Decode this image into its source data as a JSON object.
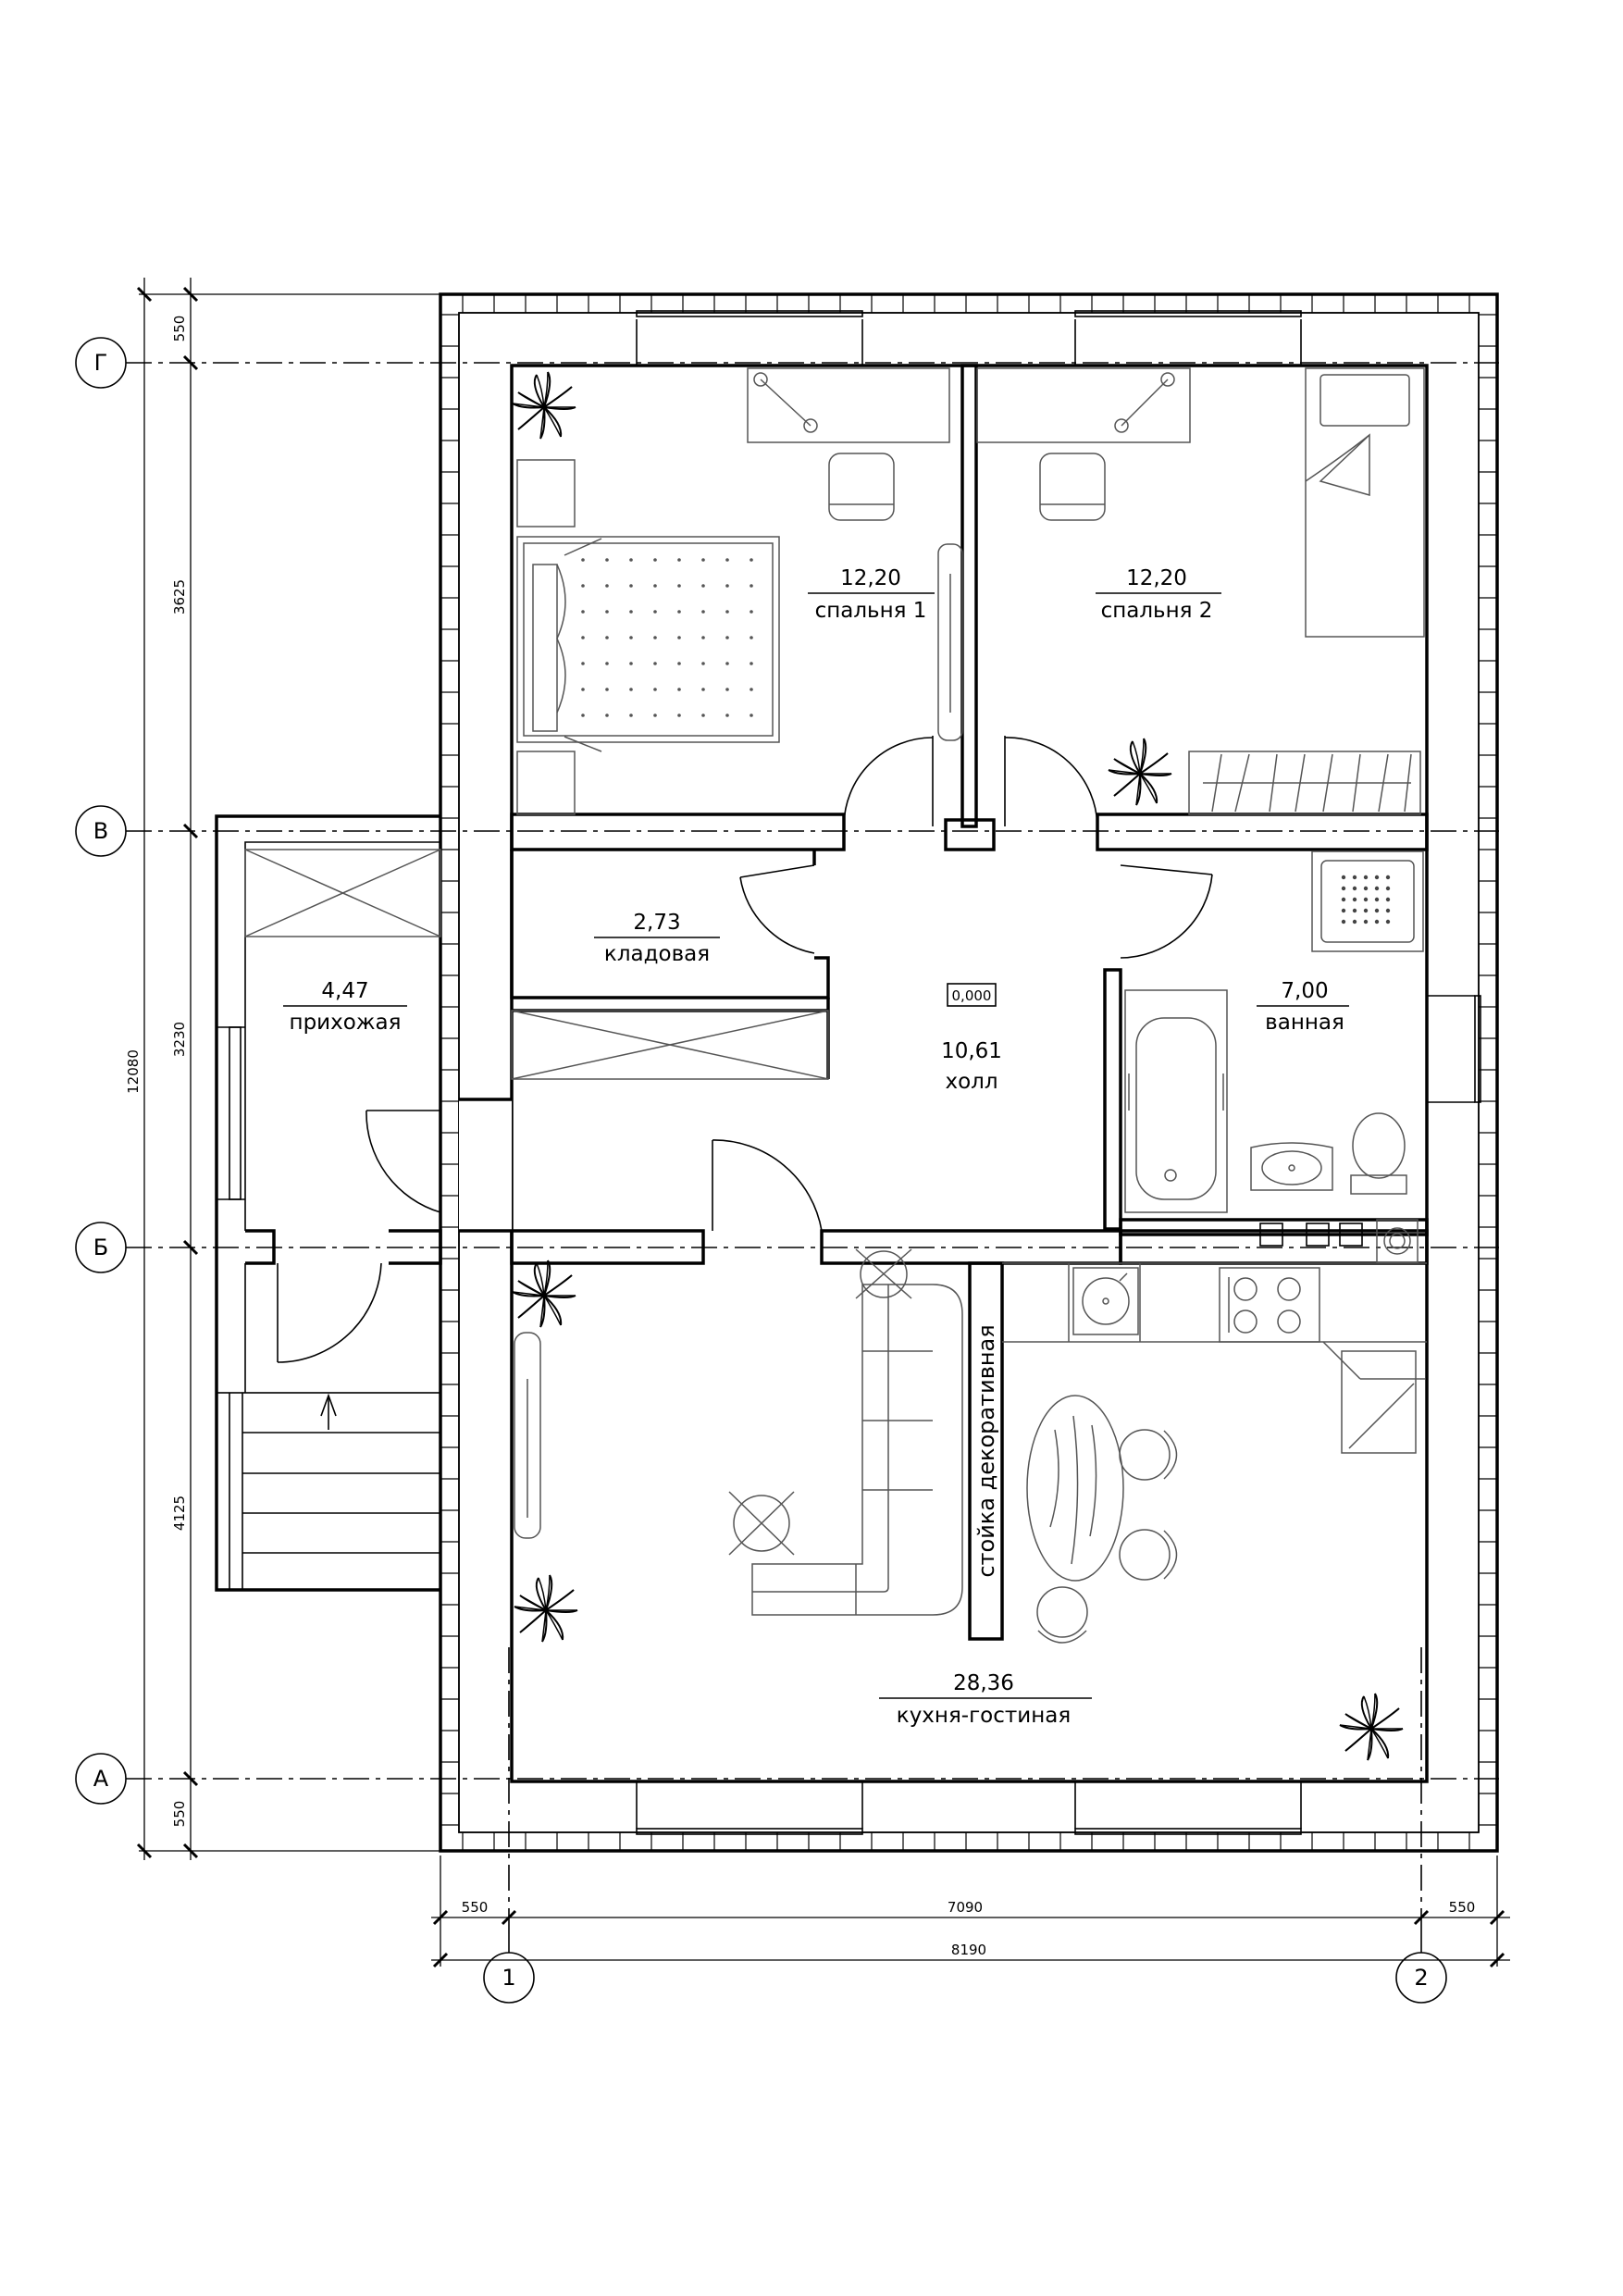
{
  "axes": {
    "rows": [
      "Г",
      "В",
      "Б",
      "А"
    ],
    "columns": [
      "1",
      "2"
    ]
  },
  "rooms": [
    {
      "id": "bedroom1",
      "area": "12,20",
      "name": "спальня 1"
    },
    {
      "id": "bedroom2",
      "area": "12,20",
      "name": "спальня 2"
    },
    {
      "id": "storage",
      "area": "2,73",
      "name": "кладовая"
    },
    {
      "id": "entrance",
      "area": "4,47",
      "name": "прихожая"
    },
    {
      "id": "hall",
      "area": "10,61",
      "name": "холл"
    },
    {
      "id": "bathroom",
      "area": "7,00",
      "name": "ванная"
    },
    {
      "id": "kitchen",
      "area": "28,36",
      "name": "кухня-гостиная"
    }
  ],
  "level_mark": "0,000",
  "decorative_label": "стойка декоративная",
  "dimensions": {
    "horizontal": {
      "segments": [
        "550",
        "7090",
        "550"
      ],
      "overall": "8190"
    },
    "vertical": {
      "segments": [
        "550",
        "3625",
        "3230",
        "4125",
        "550"
      ],
      "overall": "12080"
    }
  },
  "icons": [
    "plant-icon",
    "bed-icon",
    "desk-icon",
    "chair-icon",
    "wardrobe-icon",
    "bathtub-icon",
    "shower-tray-icon",
    "sink-icon",
    "toilet-icon",
    "washing-machine-icon",
    "stove-icon",
    "kitchen-sink-icon",
    "sofa-icon",
    "dining-table-icon",
    "lamp-icon",
    "stairs-icon"
  ]
}
